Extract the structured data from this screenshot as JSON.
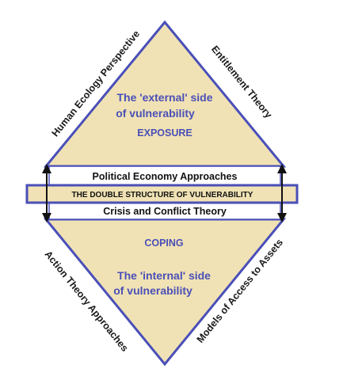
{
  "top_triangle": {
    "line1": "The 'external' side",
    "line2": "of vulnerability",
    "keyword": "EXPOSURE"
  },
  "bottom_triangle": {
    "keyword": "COPING",
    "line1": "The 'internal' side",
    "line2": "of vulnerability"
  },
  "bands": {
    "upper": "Political Economy Approaches",
    "center": "THE DOUBLE STRUCTURE OF VULNERABILITY",
    "lower": "Crisis and Conflict Theory"
  },
  "side_labels": {
    "top_left": "Human Ecology Perspective",
    "top_right": "Entitlement Theory",
    "bottom_left": "Action Theory Approaches",
    "bottom_right": "Models of Access to Assets"
  },
  "colors": {
    "fill": "#f0e2b4",
    "outline": "#4a4fb8",
    "text_blue": "#4a4fb8"
  }
}
